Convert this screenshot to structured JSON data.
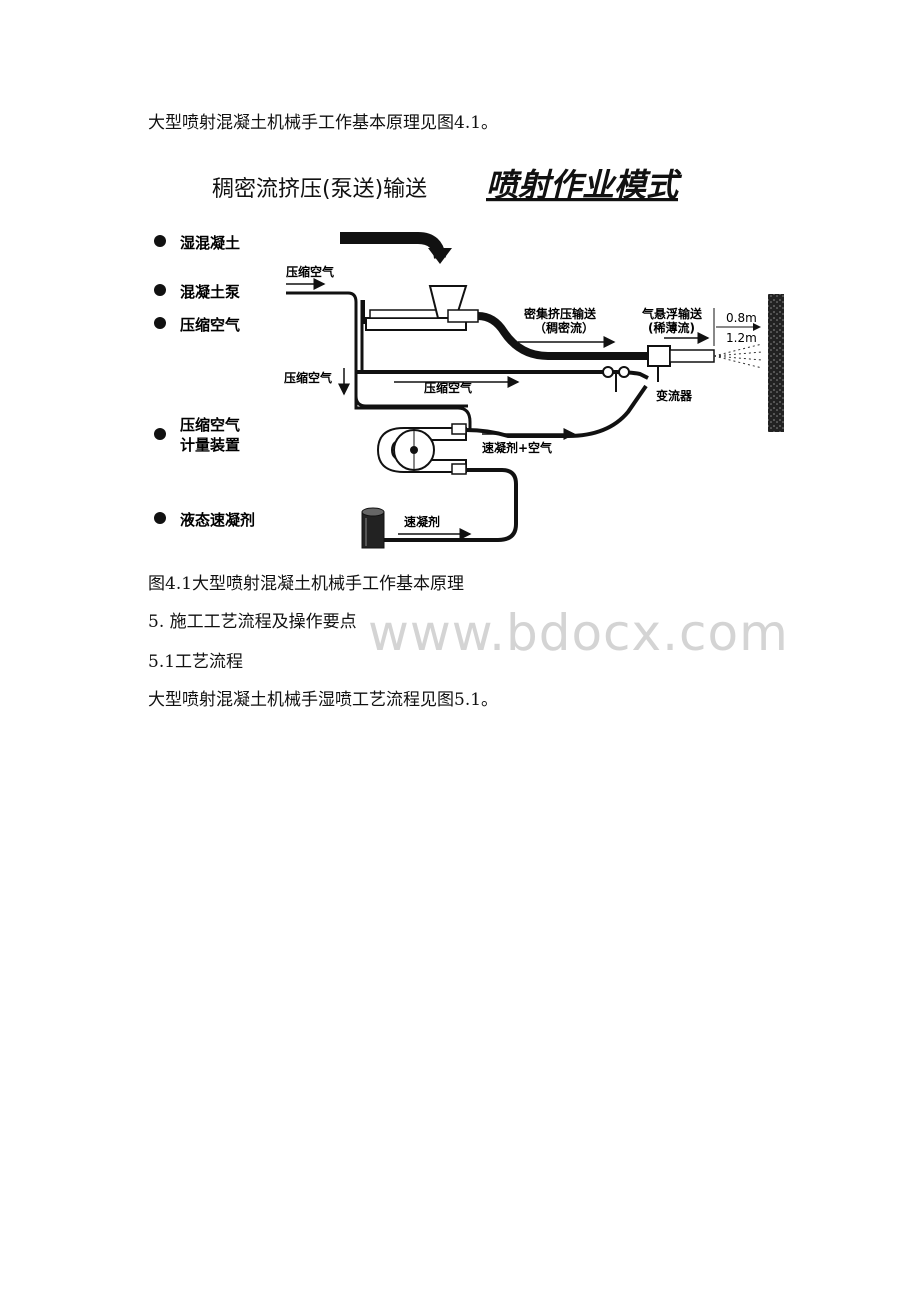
{
  "intro": "大型喷射混凝土机械手工作基本原理见图4.1。",
  "figure": {
    "title_left": "稠密流挤压(泵送)输送",
    "title_right": "喷射作业模式",
    "components": [
      "湿混凝土",
      "混凝土泵",
      "压缩空气",
      "压缩空气",
      "计量装置",
      "液态速凝剂"
    ],
    "labels": {
      "air_in": "压缩空气",
      "dense_line1": "密集挤压输送",
      "dense_line2": "（稠密流）",
      "suspend_line1": "气悬浮输送",
      "suspend_line2": "(稀薄流)",
      "dist1": "0.8m",
      "dist2": "1.2m",
      "air_down": "压缩空气",
      "air_line": "压缩空气",
      "converter": "变流器",
      "accel_air": "速凝剂+空气",
      "accel": "速凝剂"
    }
  },
  "caption": "图4.1大型喷射混凝土机械手工作基本原理",
  "section": "5. 施工工艺流程及操作要点",
  "subsection": "5.1工艺流程",
  "body": "大型喷射混凝土机械手湿喷工艺流程见图5.1。",
  "watermark": "www.bdocx.com"
}
